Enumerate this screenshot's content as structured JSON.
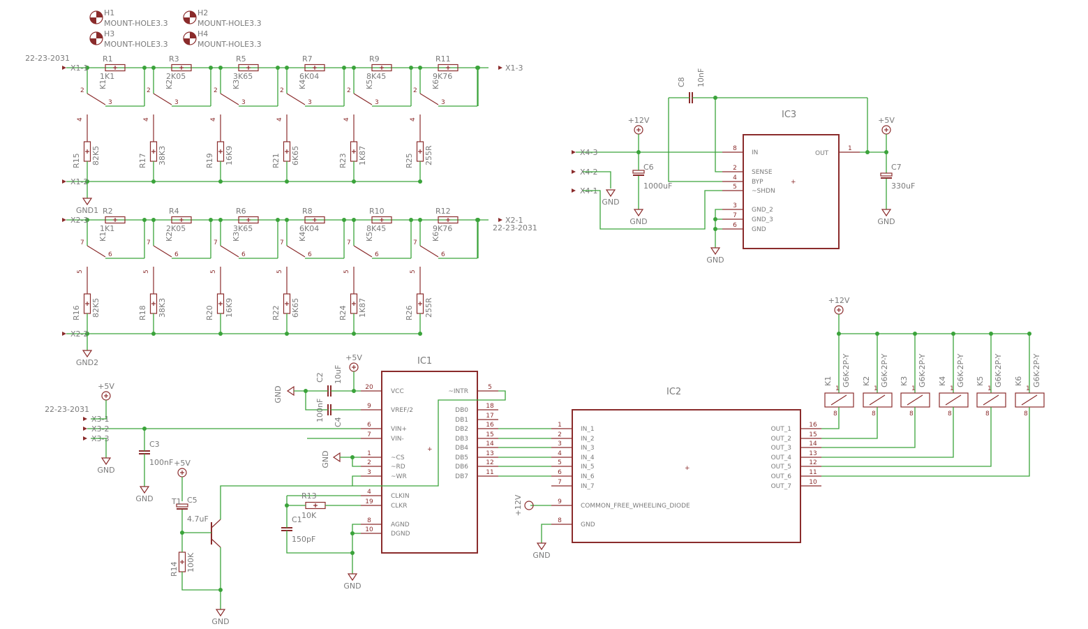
{
  "mount_holes": [
    {
      "ref": "H1",
      "value": "MOUNT-HOLE3.3"
    },
    {
      "ref": "H2",
      "value": "MOUNT-HOLE3.3"
    },
    {
      "ref": "H3",
      "value": "MOUNT-HOLE3.3"
    },
    {
      "ref": "H4",
      "value": "MOUNT-HOLE3.3"
    }
  ],
  "connector_part": "22-23-2031",
  "nets": {
    "x1_1": "X1-1",
    "x1_2": "X1-2",
    "x1_3": "X1-3",
    "x2_1": "X2-1",
    "x2_2": "X2-2",
    "x2_3": "X2-3",
    "x3_1": "X3-1",
    "x3_2": "X3-2",
    "x3_3": "X3-3",
    "x4_1": "X4-1",
    "x4_2": "X4-2",
    "x4_3": "X4-3",
    "gnd": "GND",
    "gnd1": "GND1",
    "gnd2": "GND2",
    "p5v": "+5V",
    "p12v": "+12V"
  },
  "top_series": [
    {
      "ref": "R1",
      "value": "1K1"
    },
    {
      "ref": "R3",
      "value": "2K05"
    },
    {
      "ref": "R5",
      "value": "3K65"
    },
    {
      "ref": "R7",
      "value": "6K04"
    },
    {
      "ref": "R9",
      "value": "8K45"
    },
    {
      "ref": "R11",
      "value": "9K76"
    }
  ],
  "bottom_series": [
    {
      "ref": "R2",
      "value": "1K1"
    },
    {
      "ref": "R4",
      "value": "2K05"
    },
    {
      "ref": "R6",
      "value": "3K65"
    },
    {
      "ref": "R8",
      "value": "6K04"
    },
    {
      "ref": "R10",
      "value": "8K45"
    },
    {
      "ref": "R12",
      "value": "9K76"
    }
  ],
  "top_shunt": [
    {
      "ref": "R15",
      "value": "82K5"
    },
    {
      "ref": "R17",
      "value": "38K3"
    },
    {
      "ref": "R19",
      "value": "16K9"
    },
    {
      "ref": "R21",
      "value": "6K65"
    },
    {
      "ref": "R23",
      "value": "1K87"
    },
    {
      "ref": "R25",
      "value": "255R"
    }
  ],
  "bottom_shunt": [
    {
      "ref": "R16",
      "value": "82K5"
    },
    {
      "ref": "R18",
      "value": "38K3"
    },
    {
      "ref": "R20",
      "value": "16K9"
    },
    {
      "ref": "R22",
      "value": "6K65"
    },
    {
      "ref": "R24",
      "value": "1K87"
    },
    {
      "ref": "R26",
      "value": "255R"
    }
  ],
  "relays": [
    "K1",
    "K2",
    "K3",
    "K4",
    "K5",
    "K6"
  ],
  "relay_part": "G6K-2P-Y",
  "relay_pins": {
    "c1": "2",
    "no1": "3",
    "nc1": "4",
    "c2": "7",
    "no2": "6",
    "nc2": "5",
    "coil_a": "1",
    "coil_b": "8"
  },
  "ic1": {
    "ref": "IC1",
    "left_pins": [
      {
        "num": "20",
        "name": "VCC"
      },
      {
        "num": "9",
        "name": "VREF/2"
      },
      {
        "num": "6",
        "name": "VIN+"
      },
      {
        "num": "7",
        "name": "VIN-"
      },
      {
        "num": "1",
        "name": "~CS"
      },
      {
        "num": "2",
        "name": "~RD"
      },
      {
        "num": "3",
        "name": "~WR"
      },
      {
        "num": "4",
        "name": "CLKIN"
      },
      {
        "num": "19",
        "name": "CLKR"
      },
      {
        "num": "8",
        "name": "AGND"
      },
      {
        "num": "10",
        "name": "DGND"
      }
    ],
    "right_pins": [
      {
        "num": "5",
        "name": "~INTR"
      },
      {
        "num": "18",
        "name": "DB0"
      },
      {
        "num": "17",
        "name": "DB1"
      },
      {
        "num": "16",
        "name": "DB2"
      },
      {
        "num": "15",
        "name": "DB3"
      },
      {
        "num": "14",
        "name": "DB4"
      },
      {
        "num": "13",
        "name": "DB5"
      },
      {
        "num": "12",
        "name": "DB6"
      },
      {
        "num": "11",
        "name": "DB7"
      }
    ]
  },
  "ic2": {
    "ref": "IC2",
    "left_pins": [
      {
        "num": "1",
        "name": "IN_1"
      },
      {
        "num": "2",
        "name": "IN_2"
      },
      {
        "num": "3",
        "name": "IN_3"
      },
      {
        "num": "4",
        "name": "IN_4"
      },
      {
        "num": "5",
        "name": "IN_5"
      },
      {
        "num": "6",
        "name": "IN_6"
      },
      {
        "num": "7",
        "name": "IN_7"
      },
      {
        "num": "9",
        "name": "COMMON_FREE_WHEELING_DIODE"
      },
      {
        "num": "8",
        "name": "GND"
      }
    ],
    "right_pins": [
      {
        "num": "16",
        "name": "OUT_1"
      },
      {
        "num": "15",
        "name": "OUT_2"
      },
      {
        "num": "14",
        "name": "OUT_3"
      },
      {
        "num": "13",
        "name": "OUT_4"
      },
      {
        "num": "12",
        "name": "OUT_5"
      },
      {
        "num": "11",
        "name": "OUT_6"
      },
      {
        "num": "10",
        "name": "OUT_7"
      }
    ]
  },
  "ic3": {
    "ref": "IC3",
    "left_pins": [
      {
        "num": "8",
        "name": "IN"
      },
      {
        "num": "2",
        "name": "SENSE"
      },
      {
        "num": "4",
        "name": "BYP"
      },
      {
        "num": "5",
        "name": "~SHDN"
      },
      {
        "num": "3",
        "name": "GND_2"
      },
      {
        "num": "7",
        "name": "GND_3"
      },
      {
        "num": "6",
        "name": "GND"
      }
    ],
    "right_pins": [
      {
        "num": "1",
        "name": "OUT"
      }
    ]
  },
  "caps": {
    "c1": {
      "ref": "C1",
      "value": "150pF"
    },
    "c2": {
      "ref": "C2",
      "value": "10uF"
    },
    "c3": {
      "ref": "C3",
      "value": "100nF"
    },
    "c4": {
      "ref": "C4",
      "value": "100nF"
    },
    "c5": {
      "ref": "C5",
      "value": "4.7uF"
    },
    "c6": {
      "ref": "C6",
      "value": "1000uF"
    },
    "c7": {
      "ref": "C7",
      "value": "330uF"
    },
    "c8": {
      "ref": "C8",
      "value": "10nF"
    }
  },
  "r13": {
    "ref": "R13",
    "value": "10K"
  },
  "r14": {
    "ref": "R14",
    "value": "100K"
  },
  "t1": {
    "ref": "T1"
  }
}
